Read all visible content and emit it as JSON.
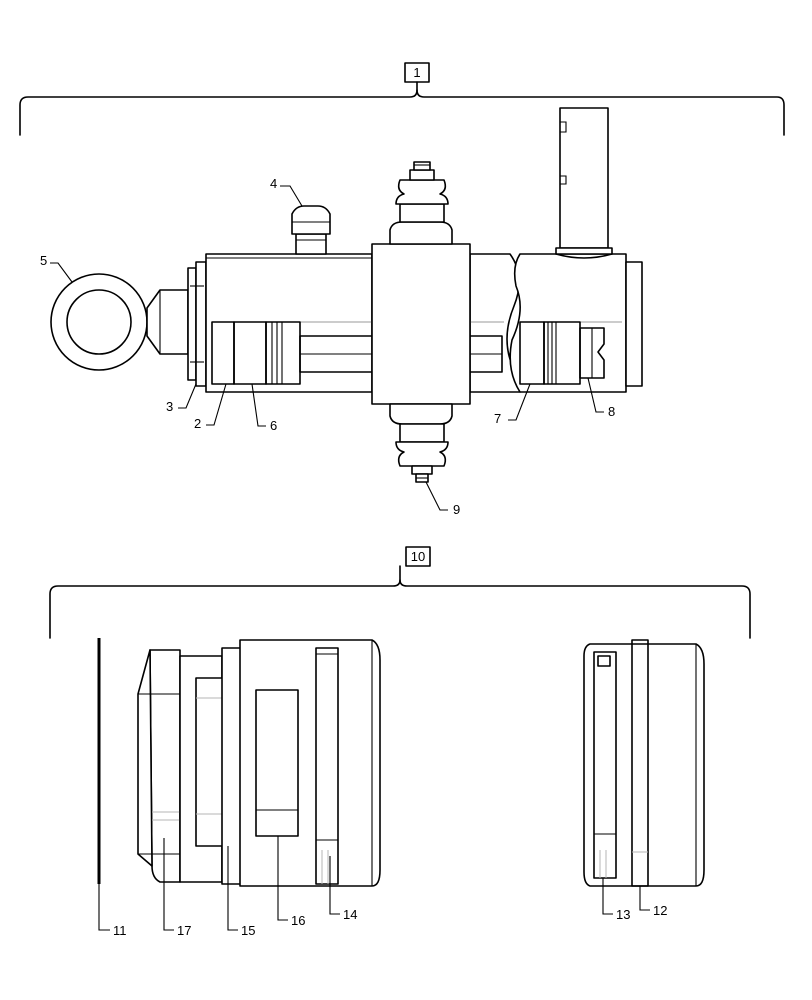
{
  "callouts": {
    "c1": "1",
    "c2": "2",
    "c3": "3",
    "c4": "4",
    "c5": "5",
    "c6": "6",
    "c7": "7",
    "c8": "8",
    "c9": "9",
    "c10": "10",
    "c11": "11",
    "c12": "12",
    "c13": "13",
    "c14": "14",
    "c15": "15",
    "c16": "16",
    "c17": "17"
  },
  "colors": {
    "line": "#000000",
    "background": "#ffffff",
    "hidden_line": "#9a9a9a"
  }
}
